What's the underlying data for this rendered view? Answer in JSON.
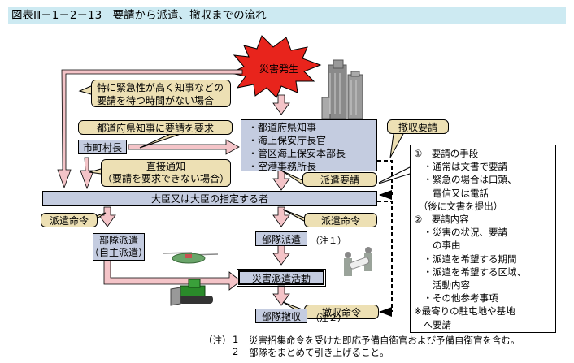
{
  "title": "図表Ⅲ－1－2－13　要請から派遣、撤収までの流れ",
  "colors": {
    "title_bg": "#cdeaf2",
    "blue_box": "#c4cce0",
    "tan_callout": "#ede0b4",
    "pink_arrow": "#f4c4c8",
    "burst_red": "#e8241c"
  },
  "nodes": {
    "disaster": "災害発生",
    "governors_callout": {
      "items": [
        "都道府県知事",
        "海上保安庁長官",
        "管区海上保安本部長",
        "空港事務所長"
      ],
      "bullet": "・"
    },
    "municipal_head": "市町村長",
    "minister": "大臣又は大臣の指定する者",
    "unit_dispatch_auto": [
      "部隊派遣",
      "（自主派遣）"
    ],
    "unit_dispatch": "部隊派遣",
    "unit_dispatch_note": "（注１）",
    "disaster_activity": "災害派遣活動",
    "unit_withdraw": "部隊撤収",
    "unit_withdraw_note": "（注２）"
  },
  "callouts": {
    "urgent": [
      "特に緊急性が高く知事などの",
      "要請を待つ時間がない場合"
    ],
    "request_to_governor": "都道府県知事に要請を要求",
    "direct_notice": [
      "直接通知",
      "（要請を要求できない場合）"
    ],
    "dispatch_request": "派遣要請",
    "withdraw_request": "撤収要請",
    "dispatch_order_left": "派遣命令",
    "dispatch_order_right": "派遣命令",
    "withdraw_order": "撤収命令"
  },
  "info_box": [
    "①　要請の手段",
    "　・通常は文書で要請",
    "　・緊急の場合は口頭、",
    "　　電信又は電話",
    "　（後に文書を提出）",
    "②　要請内容",
    "　・災害の状況、要請",
    "　　の事由",
    "　・派遣を希望する期間",
    "　・派遣を希望する区域、",
    "　　活動内容",
    "　・その他参考事項",
    "※最寄りの駐屯地や基地",
    "　へ要請"
  ],
  "footnotes": {
    "label": "（注）",
    "items": [
      {
        "num": "1",
        "text": "災害招集命令を受けた即応予備自衛官および予備自衛官を含む。"
      },
      {
        "num": "2",
        "text": "部隊をまとめて引き上げること。"
      }
    ]
  },
  "illustrations": [
    "building-illustration",
    "helicopter-illustration",
    "bulldozer-illustration",
    "stretcher-rescue-illustration"
  ]
}
